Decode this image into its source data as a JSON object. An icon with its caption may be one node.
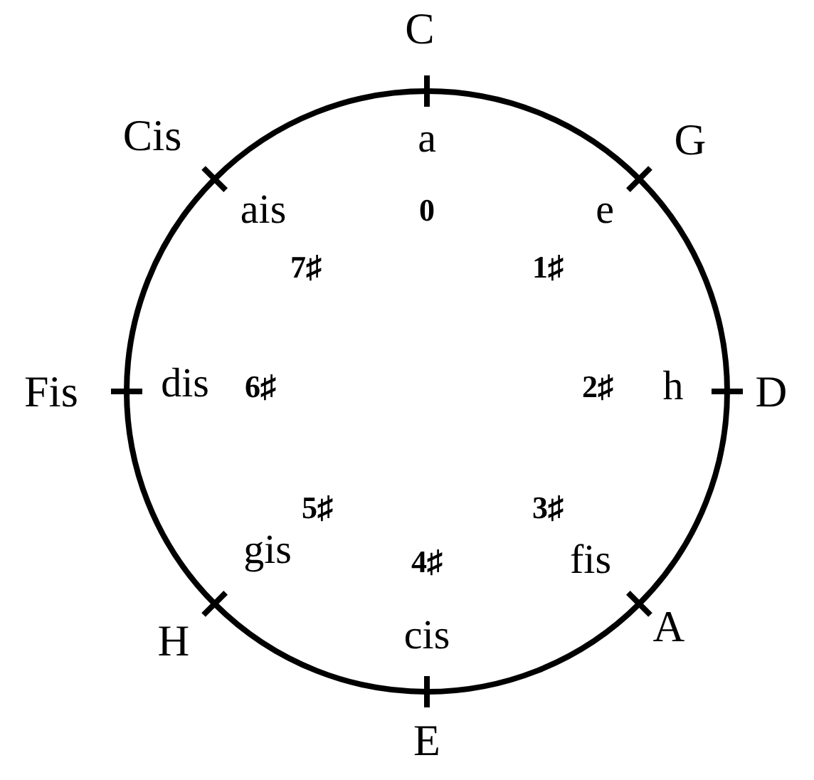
{
  "diagram": {
    "labels": [
      "C",
      "a",
      "0",
      "Cis",
      "G",
      "ais",
      "e",
      "7♯",
      "1♯",
      "Fis",
      "dis",
      "6♯",
      "2♯",
      "h",
      "D",
      "5♯",
      "3♯",
      "gis",
      "fis",
      "H",
      "4♯",
      "cis",
      "A",
      "E"
    ]
  }
}
